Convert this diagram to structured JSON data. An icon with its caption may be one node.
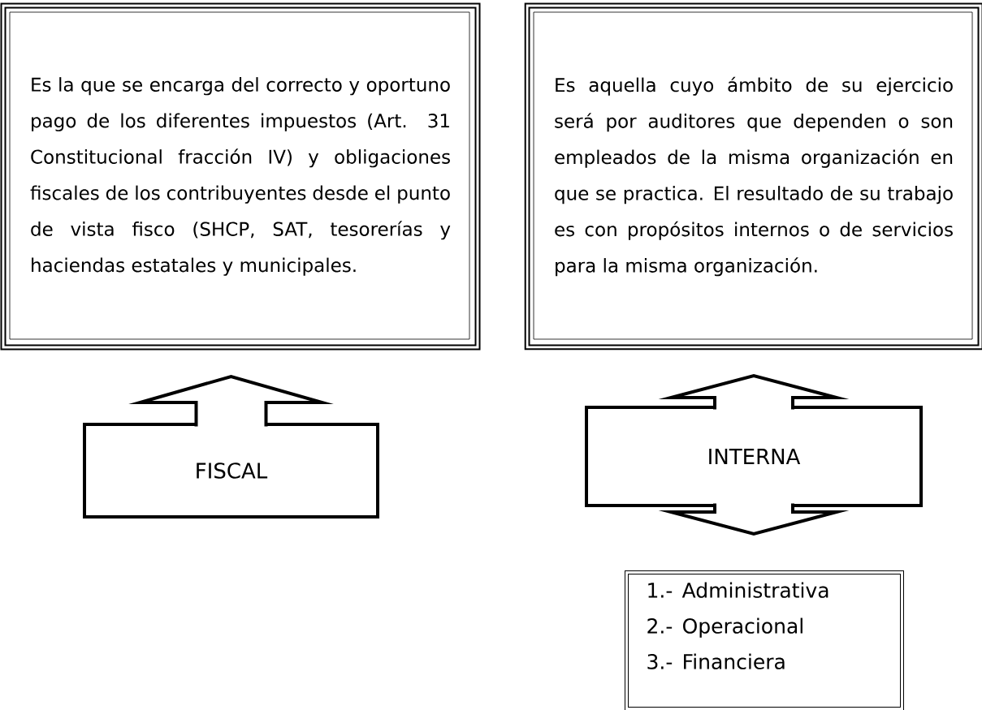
{
  "diagram": {
    "nodes": [
      {
        "text": [
          "Es la que se encarga del correcto y oportuno pago de los diferentes impuestos (Art. 31 Constitucional fracción IV) y obligaciones fiscales de los contribuyentes desde el punto de vista fisco (SHCP, SAT, tesorerías y haciendas estatales y municipales."
        ]
      },
      {
        "text": [
          "Es aquella cuyo ámbito de su ejercicio será por auditores que dependen o son empleados de la misma organización en que se practica. El resultado de su trabajo es con propósitos internos o de servicios para la misma organización."
        ]
      },
      {
        "text": [
          "FISCAL"
        ]
      },
      {
        "text": [
          "INTERNA"
        ]
      },
      {
        "text": [
          "1.- Administrativa",
          "2.- Operacional",
          "3.- Financiera"
        ]
      }
    ],
    "edges": [
      {
        "from": 2,
        "to": 0,
        "arrow": "to"
      },
      {
        "from": 3,
        "to": 1,
        "arrow": "to"
      },
      {
        "from": 3,
        "to": 4,
        "arrow": "to"
      }
    ]
  }
}
